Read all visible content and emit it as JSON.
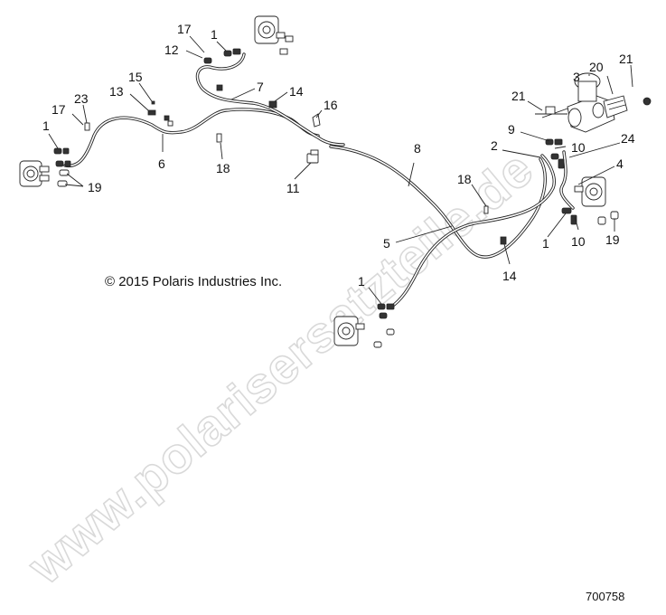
{
  "copyright": "© 2015 Polaris Industries Inc.",
  "drawing_number": "700758",
  "watermark": "www.polarisersatzteile.de",
  "callouts": [
    {
      "id": "c17a",
      "text": "17"
    },
    {
      "id": "c1a",
      "text": "1"
    },
    {
      "id": "c12",
      "text": "12"
    },
    {
      "id": "c15",
      "text": "15"
    },
    {
      "id": "c23",
      "text": "23"
    },
    {
      "id": "c13",
      "text": "13"
    },
    {
      "id": "c17b",
      "text": "17"
    },
    {
      "id": "c1b",
      "text": "1"
    },
    {
      "id": "c7",
      "text": "7"
    },
    {
      "id": "c14a",
      "text": "14"
    },
    {
      "id": "c16",
      "text": "16"
    },
    {
      "id": "c6",
      "text": "6"
    },
    {
      "id": "c18a",
      "text": "18"
    },
    {
      "id": "c19a",
      "text": "19"
    },
    {
      "id": "c11",
      "text": "11"
    },
    {
      "id": "c8",
      "text": "8"
    },
    {
      "id": "c3",
      "text": "3"
    },
    {
      "id": "c20",
      "text": "20"
    },
    {
      "id": "c21a",
      "text": "21"
    },
    {
      "id": "c21b",
      "text": "21"
    },
    {
      "id": "c9",
      "text": "9"
    },
    {
      "id": "c2",
      "text": "2"
    },
    {
      "id": "c10a",
      "text": "10"
    },
    {
      "id": "c24",
      "text": "24"
    },
    {
      "id": "c4",
      "text": "4"
    },
    {
      "id": "c18b",
      "text": "18"
    },
    {
      "id": "c5",
      "text": "5"
    },
    {
      "id": "c1c",
      "text": "1"
    },
    {
      "id": "c10b",
      "text": "10"
    },
    {
      "id": "c19b",
      "text": "19"
    },
    {
      "id": "c14b",
      "text": "14"
    },
    {
      "id": "c1d",
      "text": "1"
    }
  ]
}
